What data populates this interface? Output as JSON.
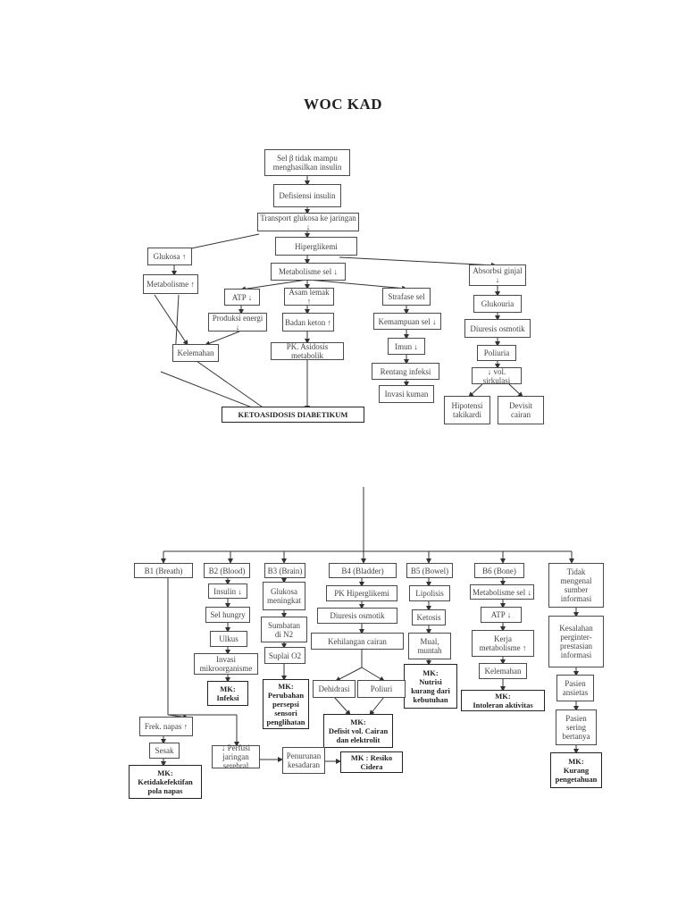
{
  "title": "WOC KAD",
  "nodes": [
    {
      "id": "sel",
      "label": "Sel β tidak mampu\nmenghasilkan insulin"
    },
    {
      "id": "def",
      "label": "Defisiensi insulin"
    },
    {
      "id": "trans",
      "label": "Transport glukosa ke jaringan ↓"
    },
    {
      "id": "hiper",
      "label": "Hiperglikemi"
    },
    {
      "id": "gluk",
      "label": "Glukosa ↑"
    },
    {
      "id": "metab1",
      "label": "Metabolisme ↑"
    },
    {
      "id": "metsel",
      "label": "Metabolisme sel ↓"
    },
    {
      "id": "absorb",
      "label": "Absorbsi ginjal ↓"
    },
    {
      "id": "atp",
      "label": "ATP ↓"
    },
    {
      "id": "asam",
      "label": "Asam lemak ↑"
    },
    {
      "id": "strafase",
      "label": "Strafase sel"
    },
    {
      "id": "glukouria",
      "label": "Glukouria"
    },
    {
      "id": "produksi",
      "label": "Produksi energi ↓"
    },
    {
      "id": "badan",
      "label": "Badan keton ↑"
    },
    {
      "id": "kemampuan",
      "label": "Kemampuan sel ↓"
    },
    {
      "id": "diuresis1",
      "label": "Diuresis osmotik"
    },
    {
      "id": "kelemahan1",
      "label": "Kelemahan"
    },
    {
      "id": "pk",
      "label": "PK. Asidosis metabolik"
    },
    {
      "id": "imun",
      "label": "Imun ↓"
    },
    {
      "id": "poliuria1",
      "label": "Poliuria"
    },
    {
      "id": "rentang",
      "label": "Rentang infeksi"
    },
    {
      "id": "vol",
      "label": "↓ vol. sirkulasi"
    },
    {
      "id": "invasi1",
      "label": "Invasi kuman"
    },
    {
      "id": "hipotensi",
      "label": "Hipotensi\ntakikardi"
    },
    {
      "id": "devisit",
      "label": "Devisit\ncairan"
    },
    {
      "id": "keto",
      "label": "KETOASIDOSIS DIABETIKUM"
    },
    {
      "id": "b1",
      "label": "B1 (Breath)"
    },
    {
      "id": "b2",
      "label": "B2 (Blood)"
    },
    {
      "id": "b3",
      "label": "B3 (Brain)"
    },
    {
      "id": "b4",
      "label": "B4 (Bladder)"
    },
    {
      "id": "b5",
      "label": "B5 (Bowel)"
    },
    {
      "id": "b6",
      "label": "B6 (Bone)"
    },
    {
      "id": "tidak",
      "label": "Tidak\nmengenal\nsumber\ninformasi"
    },
    {
      "id": "insulin",
      "label": "Insulin ↓"
    },
    {
      "id": "glukosa3",
      "label": "Glukosa\nmeningkat"
    },
    {
      "id": "pkhiper",
      "label": "PK Hiperglikemi"
    },
    {
      "id": "lipolisis",
      "label": "Lipolisis"
    },
    {
      "id": "metsel6",
      "label": "Metabolisme sel ↓"
    },
    {
      "id": "kesalahan",
      "label": "Kesalahan\nperginter-\nprestasian\ninformasi"
    },
    {
      "id": "selhungry",
      "label": "Sel hungry"
    },
    {
      "id": "diuresis4",
      "label": "Diuresis osmotik"
    },
    {
      "id": "ketosis",
      "label": "Ketosis"
    },
    {
      "id": "atp6",
      "label": "ATP ↓"
    },
    {
      "id": "sumbatan",
      "label": "Sumbatan\ndi N2"
    },
    {
      "id": "ulkus",
      "label": "Ulkus"
    },
    {
      "id": "kehilangan",
      "label": "Kehilangan cairan"
    },
    {
      "id": "mual",
      "label": "Mual,\nmuntah"
    },
    {
      "id": "kerja",
      "label": "Kerja\nmetabolisme ↑"
    },
    {
      "id": "pasienansietas",
      "label": "Pasien\nansietas"
    },
    {
      "id": "suplai",
      "label": "Suplai O2"
    },
    {
      "id": "invasi2",
      "label": "Invasi\nmikroorganisme"
    },
    {
      "id": "kelemahan6",
      "label": "Kelemahan"
    },
    {
      "id": "mk_infeksi",
      "label": "MK:\nInfeksi"
    },
    {
      "id": "mk_persepsi",
      "label": "MK:\nPerubahan\npersepsi\nsensori\npenglihatan"
    },
    {
      "id": "mk_nutrisi",
      "label": "MK:\nNutrisi\nkurang dari\nkebutuhan"
    },
    {
      "id": "mk_intoleran",
      "label": "MK:\nIntoleran aktivitas"
    },
    {
      "id": "dehidrasi",
      "label": "Dehidrasi"
    },
    {
      "id": "poliuri4",
      "label": "Poliuri"
    },
    {
      "id": "pasiensering",
      "label": "Pasien\nsering\nbertanya"
    },
    {
      "id": "mk_defisit",
      "label": "MK:\nDefisit vol. Cairan\ndan elektrolit"
    },
    {
      "id": "frek",
      "label": "Frek. napas ↑"
    },
    {
      "id": "sesak",
      "label": "Sesak"
    },
    {
      "id": "perfusi",
      "label": "↓ Perfusi jaringan\nserebral"
    },
    {
      "id": "penurunan",
      "label": "Penurunan\nkesadaran"
    },
    {
      "id": "mk_resiko",
      "label": "MK : Resiko\nCidera"
    },
    {
      "id": "mk_kurang",
      "label": "MK:\nKurang\npengetahuan"
    },
    {
      "id": "mk_pola",
      "label": "MK:\nKetidakefektifan\npola napas"
    }
  ],
  "edges": [
    [
      "sel",
      "def"
    ],
    [
      "def",
      "trans"
    ],
    [
      "trans",
      "hiper"
    ],
    [
      "trans",
      "gluk"
    ],
    [
      "gluk",
      "metab1"
    ],
    [
      "metab1",
      "kelemahan1"
    ],
    [
      "hiper",
      "metsel"
    ],
    [
      "hiper",
      "absorb"
    ],
    [
      "metsel",
      "atp"
    ],
    [
      "metsel",
      "asam"
    ],
    [
      "metsel",
      "strafase"
    ],
    [
      "atp",
      "produksi"
    ],
    [
      "produksi",
      "kelemahan1"
    ],
    [
      "asam",
      "badan"
    ],
    [
      "badan",
      "pk"
    ],
    [
      "strafase",
      "kemampuan"
    ],
    [
      "kemampuan",
      "imun"
    ],
    [
      "imun",
      "rentang"
    ],
    [
      "rentang",
      "invasi1"
    ],
    [
      "absorb",
      "glukouria"
    ],
    [
      "glukouria",
      "diuresis1"
    ],
    [
      "diuresis1",
      "poliuria1"
    ],
    [
      "poliuria1",
      "vol"
    ],
    [
      "vol",
      "hipotensi"
    ],
    [
      "vol",
      "devisit"
    ],
    [
      "kelemahan1",
      "keto"
    ],
    [
      "pk",
      "keto"
    ],
    [
      "metab1",
      "keto"
    ],
    [
      "b2",
      "insulin"
    ],
    [
      "insulin",
      "selhungry"
    ],
    [
      "selhungry",
      "ulkus"
    ],
    [
      "ulkus",
      "invasi2"
    ],
    [
      "invasi2",
      "mk_infeksi"
    ],
    [
      "b3",
      "glukosa3"
    ],
    [
      "glukosa3",
      "sumbatan"
    ],
    [
      "sumbatan",
      "suplai"
    ],
    [
      "suplai",
      "mk_persepsi"
    ],
    [
      "b4",
      "pkhiper"
    ],
    [
      "pkhiper",
      "diuresis4"
    ],
    [
      "diuresis4",
      "kehilangan"
    ],
    [
      "kehilangan",
      "dehidrasi"
    ],
    [
      "kehilangan",
      "poliuri4"
    ],
    [
      "dehidrasi",
      "mk_defisit"
    ],
    [
      "poliuri4",
      "mk_defisit"
    ],
    [
      "b5",
      "lipolisis"
    ],
    [
      "lipolisis",
      "ketosis"
    ],
    [
      "ketosis",
      "mual"
    ],
    [
      "mual",
      "mk_nutrisi"
    ],
    [
      "b6",
      "metsel6"
    ],
    [
      "metsel6",
      "atp6"
    ],
    [
      "atp6",
      "kerja"
    ],
    [
      "kerja",
      "kelemahan6"
    ],
    [
      "kelemahan6",
      "mk_intoleran"
    ],
    [
      "tidak",
      "kesalahan"
    ],
    [
      "kesalahan",
      "pasienansietas"
    ],
    [
      "pasienansietas",
      "pasiensering"
    ],
    [
      "pasiensering",
      "mk_kurang"
    ],
    [
      "b1",
      "frek"
    ],
    [
      "frek",
      "sesak"
    ],
    [
      "sesak",
      "mk_pola"
    ],
    [
      "b1",
      "perfusi"
    ],
    [
      "perfusi",
      "penurunan"
    ],
    [
      "penurunan",
      "mk_resiko"
    ]
  ]
}
